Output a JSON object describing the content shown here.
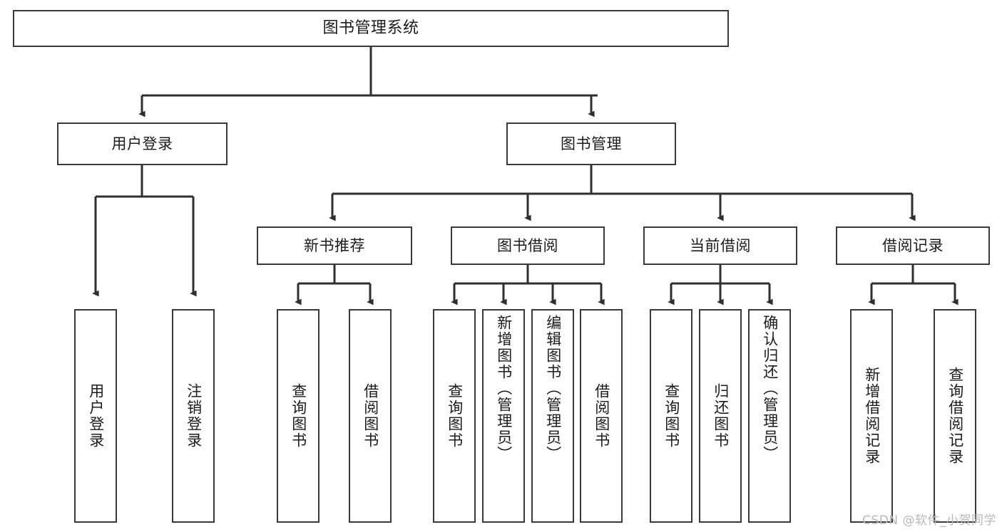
{
  "diagram": {
    "title": "图书管理系统",
    "type": "hierarchy-tree",
    "root": {
      "id": "root",
      "label": "图书管理系统"
    },
    "level1": [
      {
        "id": "user-login",
        "label": "用户登录"
      },
      {
        "id": "book-manage",
        "label": "图书管理"
      }
    ],
    "level2": [
      {
        "id": "new-book-recommend",
        "label": "新书推荐",
        "parent": "book-manage"
      },
      {
        "id": "book-borrow",
        "label": "图书借阅",
        "parent": "book-manage"
      },
      {
        "id": "current-borrow",
        "label": "当前借阅",
        "parent": "book-manage"
      },
      {
        "id": "borrow-record",
        "label": "借阅记录",
        "parent": "book-manage"
      }
    ],
    "leaves": [
      {
        "id": "leaf-user-login",
        "label": "用户登录",
        "parent": "user-login"
      },
      {
        "id": "leaf-logout-login",
        "label": "注销登录",
        "parent": "user-login"
      },
      {
        "id": "leaf-query-book-1",
        "label": "查询图书",
        "parent": "new-book-recommend"
      },
      {
        "id": "leaf-borrow-book-1",
        "label": "借阅图书",
        "parent": "new-book-recommend"
      },
      {
        "id": "leaf-query-book-2",
        "label": "查询图书",
        "parent": "book-borrow"
      },
      {
        "id": "leaf-add-book",
        "label": "新增图书（管理员）",
        "parent": "book-borrow"
      },
      {
        "id": "leaf-edit-book",
        "label": "编辑图书（管理员）",
        "parent": "book-borrow"
      },
      {
        "id": "leaf-borrow-book-2",
        "label": "借阅图书",
        "parent": "book-borrow"
      },
      {
        "id": "leaf-query-book-3",
        "label": "查询图书",
        "parent": "current-borrow"
      },
      {
        "id": "leaf-return-book",
        "label": "归还图书",
        "parent": "current-borrow"
      },
      {
        "id": "leaf-confirm-return",
        "label": "确认归还（管理员）",
        "parent": "current-borrow"
      },
      {
        "id": "leaf-add-record",
        "label": "新增借阅记录",
        "parent": "borrow-record"
      },
      {
        "id": "leaf-query-record",
        "label": "查询借阅记录",
        "parent": "borrow-record"
      }
    ],
    "colors": {
      "border": "#3a3a3a",
      "edge": "#2f2f2f",
      "background": "#ffffff",
      "text": "#1b1b1b",
      "watermark": "#b9b9b9"
    }
  },
  "watermark": {
    "text": "CSDN @软件_小贺同学"
  }
}
